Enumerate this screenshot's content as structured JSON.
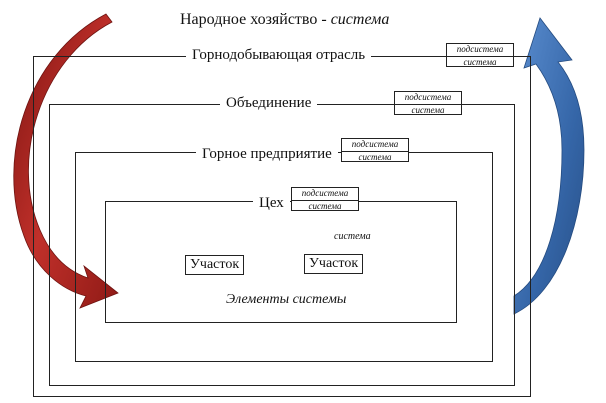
{
  "top_title": {
    "main": "Народное хозяйство",
    "dash": " - ",
    "italic": "система"
  },
  "levels": {
    "industry": {
      "label": "Горнодобывающая отрасль",
      "tag_top": "подсистема",
      "tag_bottom": "система"
    },
    "association": {
      "label": "Объединение",
      "tag_top": "подсистема",
      "tag_bottom": "система"
    },
    "enterprise": {
      "label": "Горное предприятие",
      "tag_top": "подсистема",
      "tag_bottom": "система"
    },
    "workshop": {
      "label": "Цех",
      "tag_top": "подсистема",
      "tag_bottom": "система"
    }
  },
  "inner": {
    "system_label": "система",
    "section_1": "Участок",
    "section_2": "Участок",
    "elements_label": "Элементы системы"
  },
  "colors": {
    "red_arrow": "#b3261e",
    "blue_arrow": "#3f6fb3"
  }
}
